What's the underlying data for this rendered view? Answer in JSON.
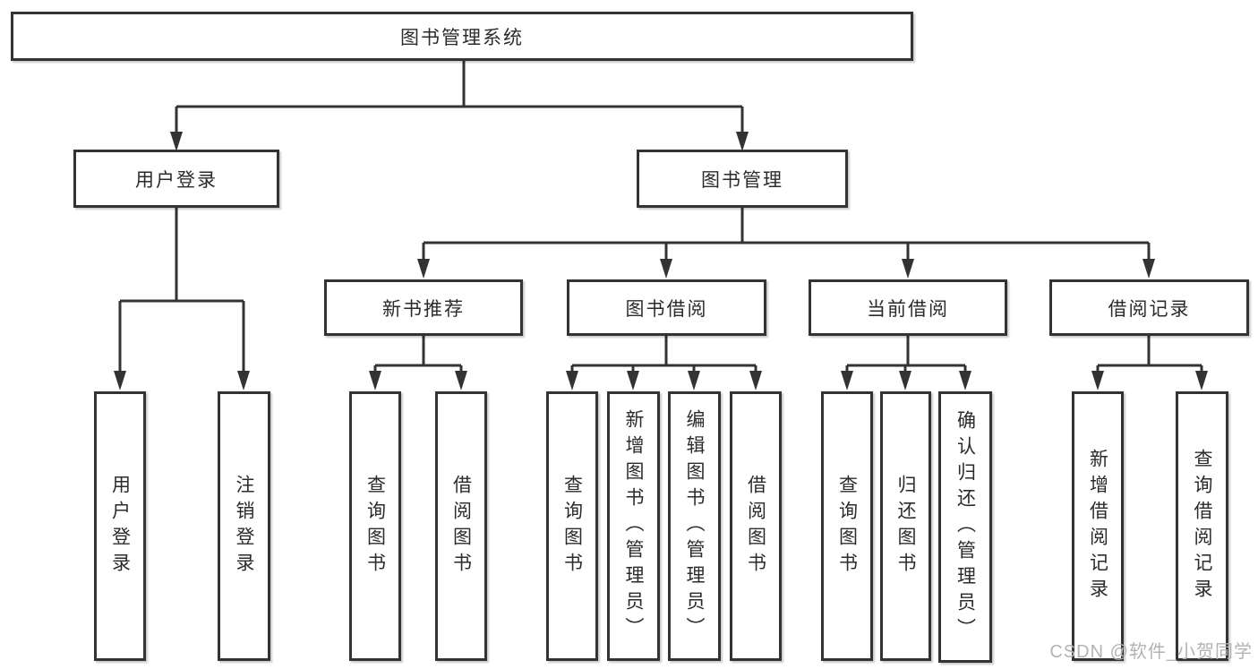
{
  "diagram": {
    "root": {
      "label": "图书管理系统"
    },
    "branches": [
      {
        "label": "用户登录",
        "children": [
          {
            "label": "用户登录"
          },
          {
            "label": "注销登录"
          }
        ]
      },
      {
        "label": "图书管理",
        "children": [
          {
            "label": "新书推荐",
            "children": [
              {
                "label": "查询图书"
              },
              {
                "label": "借阅图书"
              }
            ]
          },
          {
            "label": "图书借阅",
            "children": [
              {
                "label": "查询图书"
              },
              {
                "label": "新增图书（管理员）"
              },
              {
                "label": "编辑图书（管理员）"
              },
              {
                "label": "借阅图书"
              }
            ]
          },
          {
            "label": "当前借阅",
            "children": [
              {
                "label": "查询图书"
              },
              {
                "label": "归还图书"
              },
              {
                "label": "确认归还（管理员）"
              }
            ]
          },
          {
            "label": "借阅记录",
            "children": [
              {
                "label": "新增借阅记录"
              },
              {
                "label": "查询借阅记录"
              }
            ]
          }
        ]
      }
    ],
    "watermark": "CSDN @软件_小贺同学",
    "colors": {
      "line": "#333333",
      "box_border": "#333333",
      "box_fill": "#ffffff",
      "text": "#2b2b2b",
      "watermark": "#b3b3b3",
      "background": "#ffffff"
    }
  }
}
